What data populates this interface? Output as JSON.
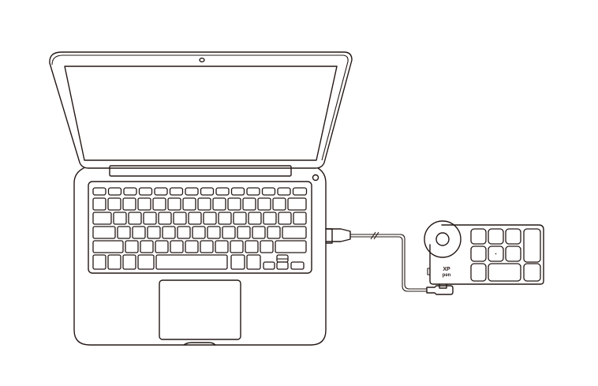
{
  "diagram": {
    "description": "Laptop connected by USB cable to a shortcut remote keypad",
    "line_color": "#231815",
    "background": "#ffffff",
    "laptop": {
      "label": "laptop",
      "keyboard_rows": [
        14,
        13,
        13,
        12,
        11,
        8
      ]
    },
    "cable": {
      "label": "usb-cable",
      "break_mark": "//"
    },
    "device": {
      "label": "shortcut-remote",
      "logo_top": "XP",
      "logo_bottom": "pen",
      "key_count": 10,
      "dial": "rotary-dial"
    }
  }
}
